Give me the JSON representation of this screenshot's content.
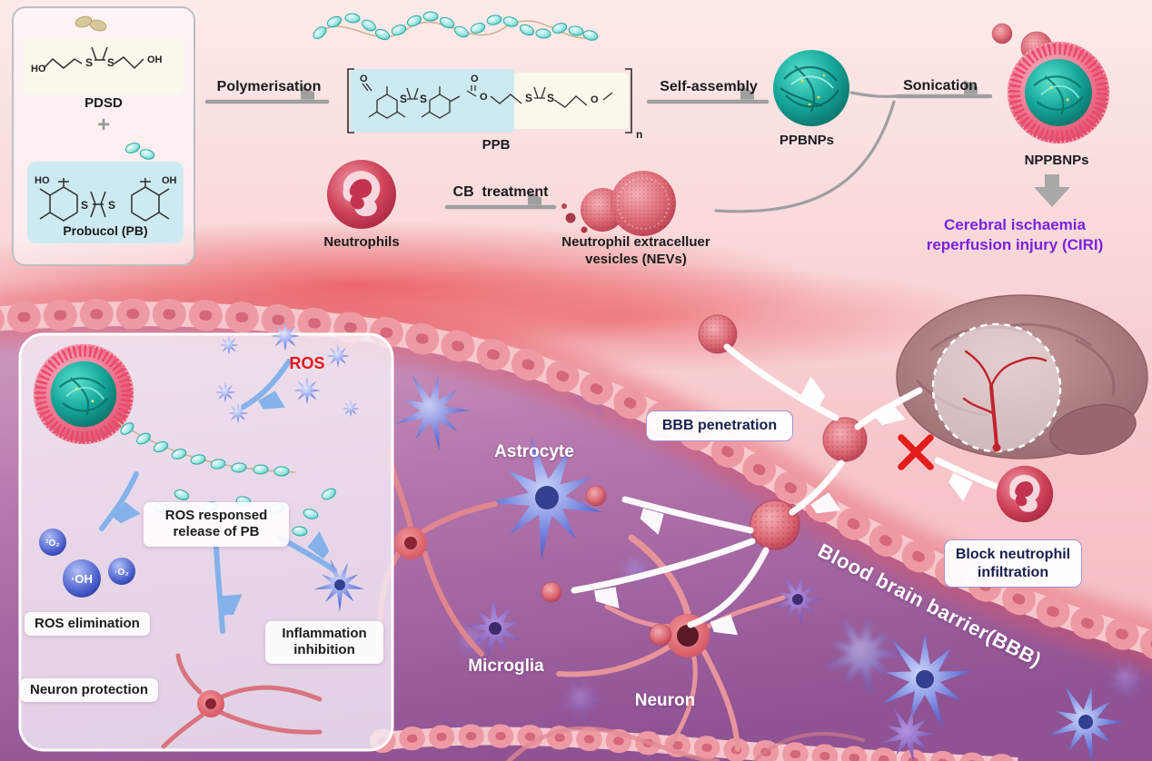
{
  "colors": {
    "ciri_text": "#7a22e0",
    "ros_text": "#e0191f",
    "label_border": "#9c93dd",
    "arrow_gray": "#9f9f9f",
    "nanoparticle_teal": "#17a89b",
    "membrane_pink": "#ee5e7d",
    "tissue_purple": "#a05d9d"
  },
  "scheme": {
    "pdsd_label": "PDSD",
    "plus_sign": "+",
    "probucol_label": "Probucol (PB)",
    "polymerisation_label": "Polymerisation",
    "ppb_label": "PPB",
    "self_assembly_label": "Self-assembly",
    "ppbnps_label": "PPBNPs",
    "sonication_label": "Sonication",
    "nppbnps_label": "NPPBNPs",
    "ciri_line1": "Cerebral ischaemia",
    "ciri_line2": "reperfusion injury (CIRI)",
    "neutrophils_label": "Neutrophils",
    "cb_treatment_label": "CB  treatment",
    "nevs_line1": "Neutrophil extracelluer",
    "nevs_line2": "vesicles (NEVs)"
  },
  "atoms": {
    "ho": "HO",
    "oh": "OH",
    "s": "S",
    "o": "O",
    "n": "n"
  },
  "tissue": {
    "bbb_penetration_label": "BBB penetration",
    "block_line1": "Block neutrophil",
    "block_line2": "infiltration",
    "bbb_label": "Blood brain barrier(BBB)",
    "astrocyte_label": "Astrocyte",
    "microglia_label": "Microglia",
    "neuron_label": "Neuron"
  },
  "inset": {
    "ros_label": "ROS",
    "release_line1": "ROS responsed",
    "release_line2": "release of PB",
    "species_singlet": "¹O₂",
    "species_oh": "·OH",
    "species_superoxide": "·O₂",
    "ros_elimination_label": "ROS elimination",
    "neuron_protection_label": "Neuron protection",
    "inflammation_line1": "Inflammation",
    "inflammation_line2": "inhibition"
  }
}
